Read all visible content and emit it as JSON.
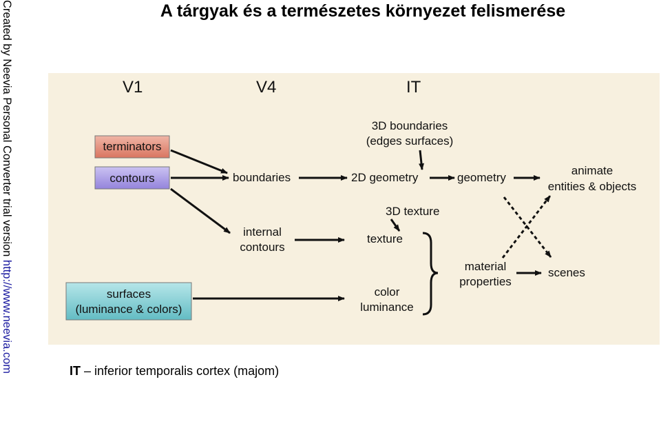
{
  "title": "A tárgyak és a természetes környezet felismerése",
  "watermark": {
    "text": "Created by Neevia Personal Converter trial version ",
    "link": "http://www.neevia.com"
  },
  "diagram": {
    "columns": {
      "v1": "V1",
      "v4": "V4",
      "it": "IT"
    },
    "boxes": {
      "terminators": "terminators",
      "contours": "contours",
      "surfaces_1": "surfaces",
      "surfaces_2": "(luminance & colors)"
    },
    "labels": {
      "boundaries": "boundaries",
      "internal_contours_1": "internal",
      "internal_contours_2": "contours",
      "boundaries_3d_1": "3D boundaries",
      "boundaries_3d_2": "(edges surfaces)",
      "geometry_2d": "2D geometry",
      "geometry": "geometry",
      "animate_1": "animate",
      "animate_2": "entities & objects",
      "texture_3d": "3D texture",
      "texture": "texture",
      "color_luminance_1": "color",
      "color_luminance_2": "luminance",
      "material_1": "material",
      "material_2": "properties",
      "scenes": "scenes"
    },
    "colors": {
      "background": "#f7f0df",
      "terminators_box": "#e08a78",
      "contours_box": "#a99be2",
      "surfaces_box": "#7fc9cf",
      "arrow": "#111111"
    }
  },
  "footnote": {
    "abbr": "IT",
    "dash": " – ",
    "text": "inferior temporalis cortex (majom)"
  }
}
